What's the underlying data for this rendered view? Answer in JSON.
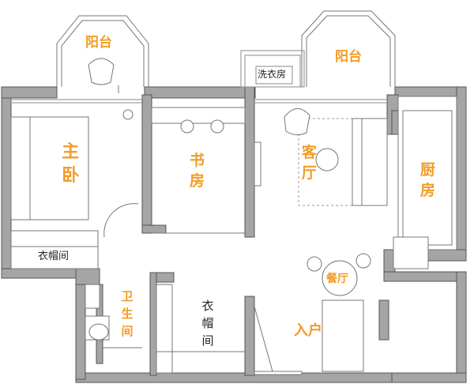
{
  "rooms": {
    "balcony_left": "阳台",
    "balcony_right": "阳台",
    "laundry": "洗衣房",
    "master_bedroom": "主卧",
    "study": "书房",
    "living_room": "客厅",
    "kitchen": "厨房",
    "cloakroom_master": "衣帽间",
    "bathroom": "卫生间",
    "cloakroom_hall": "衣帽间",
    "dining": "餐厅",
    "entrance": "入户"
  },
  "colors": {
    "label": "#f39c26",
    "wall": "#a5a5a5",
    "line": "#777777"
  }
}
